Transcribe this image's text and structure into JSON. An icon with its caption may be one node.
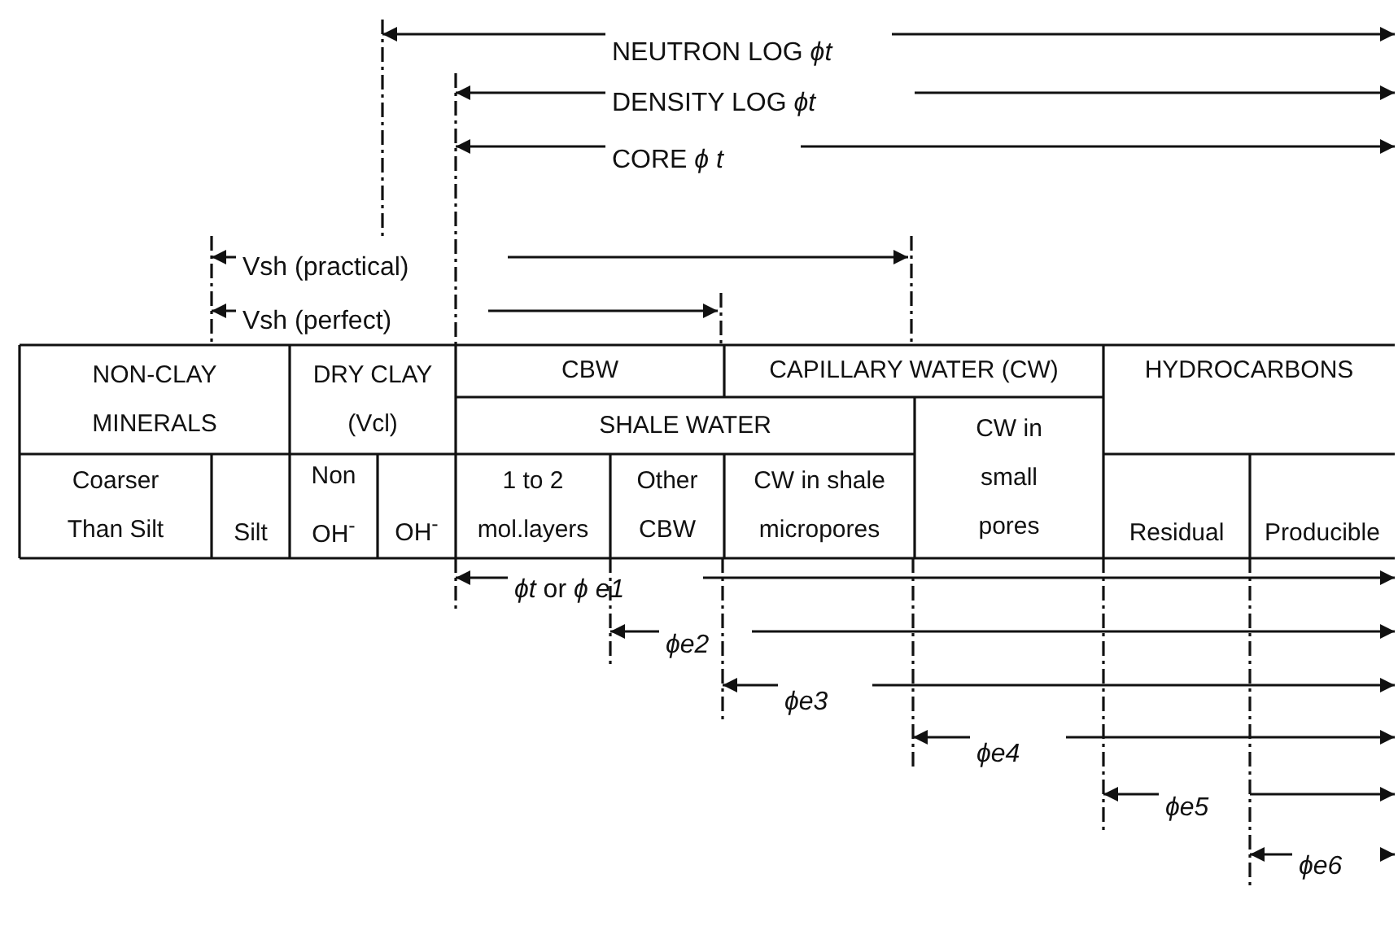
{
  "diagram": {
    "labels": [
      "NEUTRON LOG *ϕt*",
      "DENSITY LOG *ϕt*",
      "CORE *ϕ t*",
      "Vsh (practical)",
      "Vsh (perfect)",
      "NON-CLAY MINERALS",
      "DRY CLAY (Vcl)",
      "CBW",
      "CAPILLARY WATER (CW)",
      "HYDROCARBONS",
      "SHALE WATER",
      "CW in small pores",
      "Coarser Than Silt",
      "Silt",
      "Non OH$^{-}$",
      "OH$^{-}$",
      "1 to 2 mol.layers",
      "Other CBW",
      "CW in shale micropores",
      "Residual",
      "Producible",
      "*ϕt* or *ϕ e1*",
      "*ϕe2*",
      "*ϕe3*",
      "*ϕe4*",
      "*ϕe5*",
      "*ϕe6*"
    ]
  }
}
